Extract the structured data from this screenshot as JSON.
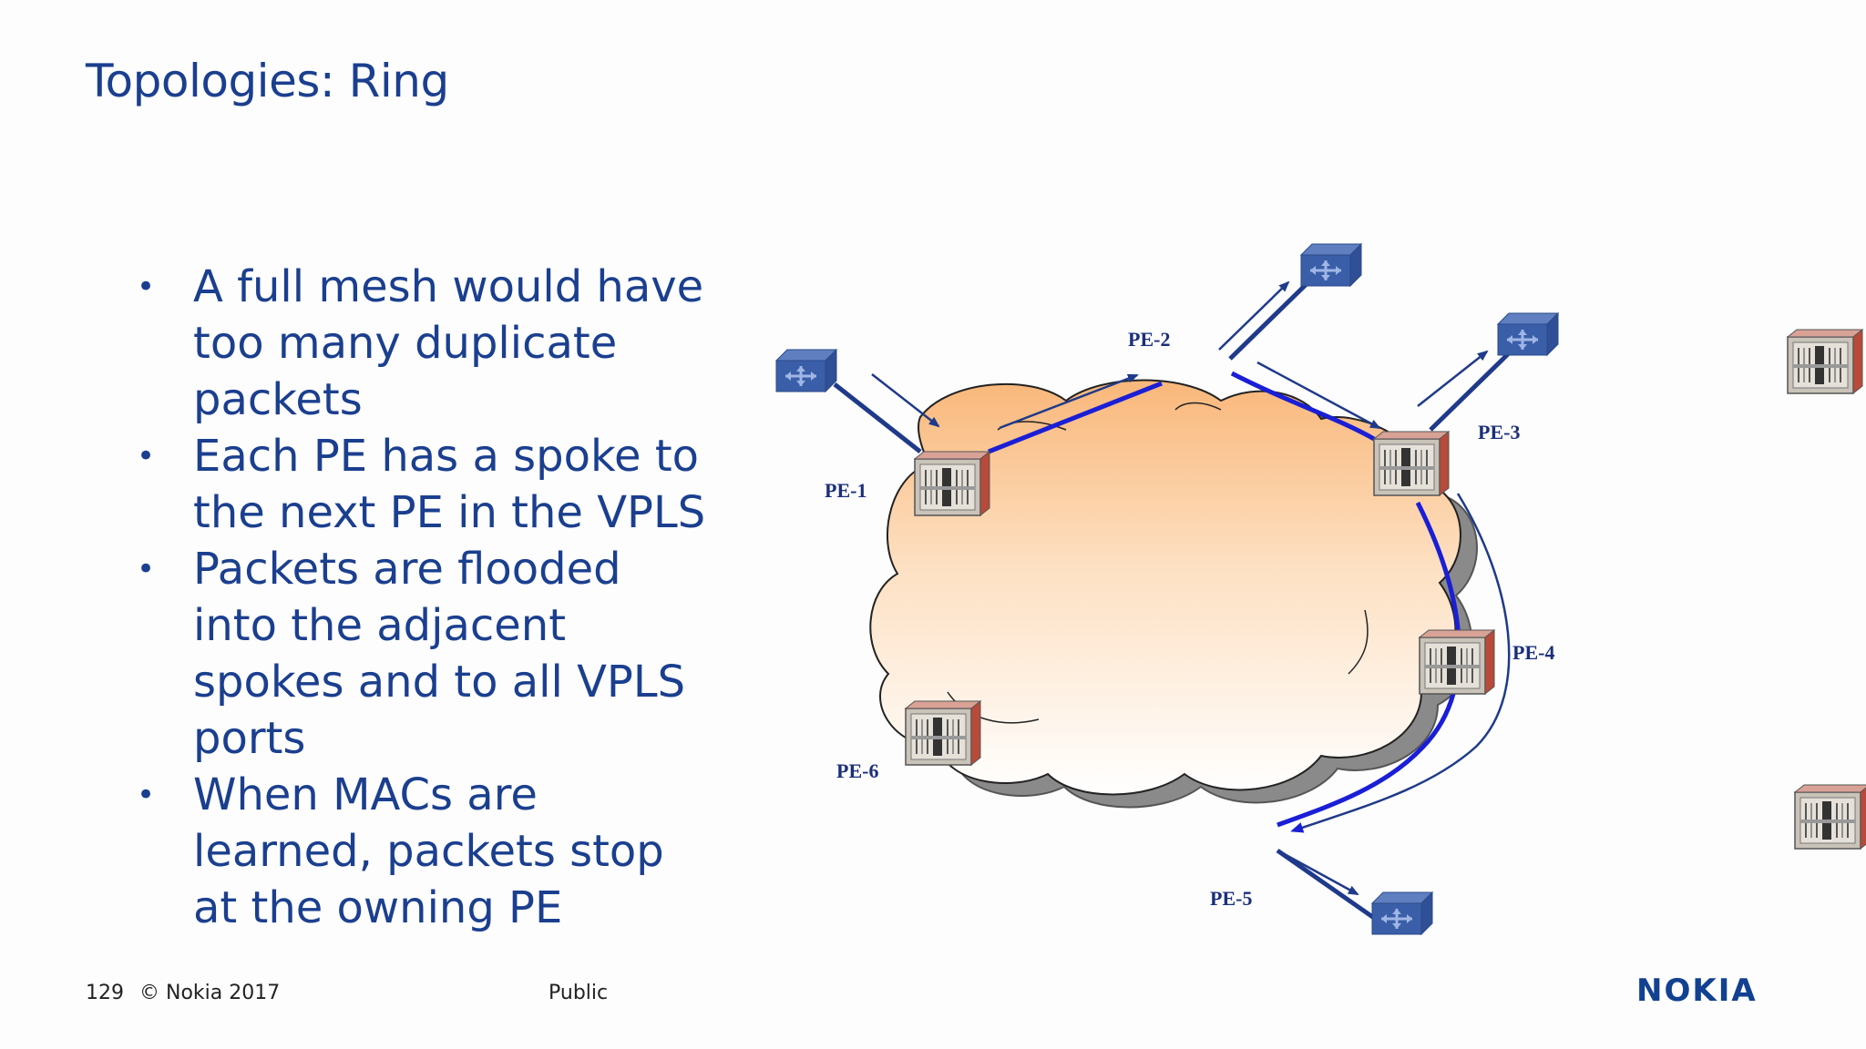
{
  "slide": {
    "title": "Topologies: Ring",
    "bullets": [
      "A full mesh would have too many duplicate packets",
      "Each PE has a spoke to the next PE in the VPLS",
      "Packets are flooded into the adjacent spokes and to all VPLS ports",
      "When MACs are learned, packets stop at the owning PE"
    ]
  },
  "diagram": {
    "pe_labels": {
      "pe1": "PE-1",
      "pe2": "PE-2",
      "pe3": "PE-3",
      "pe4": "PE-4",
      "pe5": "PE-5",
      "pe6": "PE-6"
    },
    "colors": {
      "ring_path": "#1a1fd6",
      "arrows": "#1f3a8a",
      "router_body": "#c8c2b8",
      "router_accent": "#b84a3a",
      "switch": "#3b5ea8",
      "cloud_top": "#f9b77a",
      "cloud_bottom": "#ffffff"
    }
  },
  "footer": {
    "page_number": "129",
    "copyright": "© Nokia 2017",
    "classification": "Public",
    "logo_text": "NOKIA"
  }
}
